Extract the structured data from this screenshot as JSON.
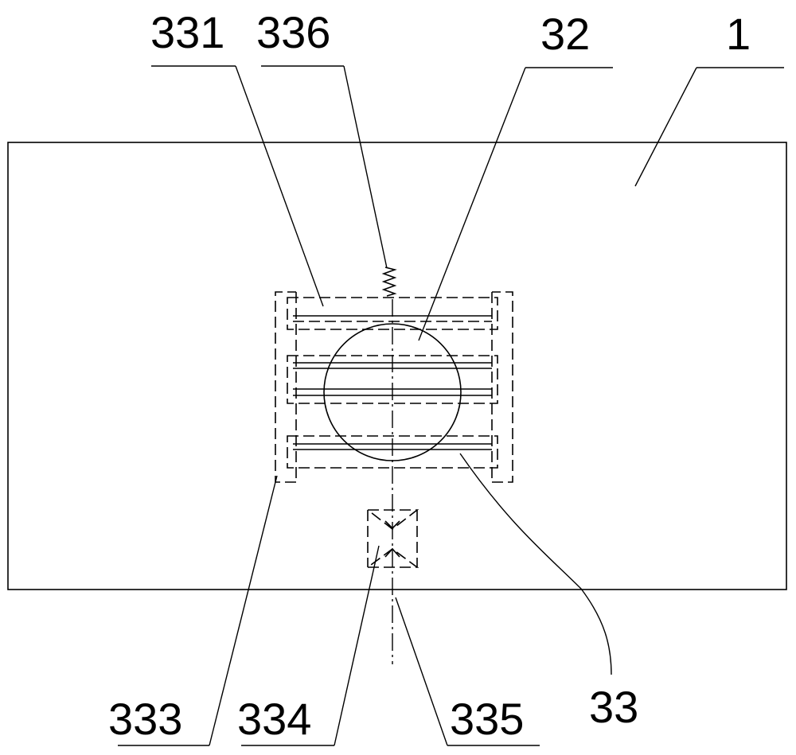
{
  "labels": {
    "l331": "331",
    "l336": "336",
    "l32": "32",
    "l1": "1",
    "l333": "333",
    "l334": "334",
    "l335": "335",
    "l33": "33"
  }
}
